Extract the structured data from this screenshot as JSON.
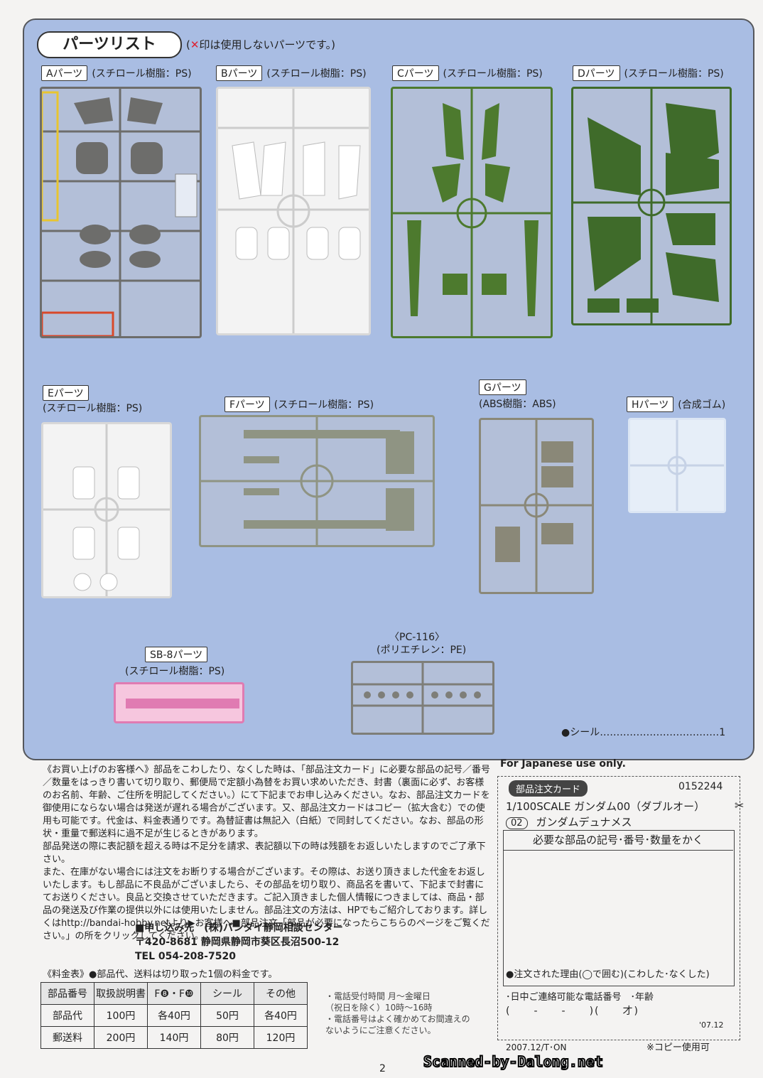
{
  "header": {
    "title": "パーツリスト",
    "note_mark": "✕",
    "note": "印は使用しないパーツです。)",
    "note_open": "("
  },
  "sprues": {
    "A": {
      "tag": "Aパーツ",
      "material": "(スチロール樹脂：PS)"
    },
    "B": {
      "tag": "Bパーツ",
      "material": "(スチロール樹脂：PS)"
    },
    "C": {
      "tag": "Cパーツ",
      "material": "(スチロール樹脂：PS)"
    },
    "D": {
      "tag": "Dパーツ",
      "material": "(スチロール樹脂：PS)"
    },
    "E": {
      "tag": "Eパーツ",
      "material": "(スチロール樹脂：PS)"
    },
    "F": {
      "tag": "Fパーツ",
      "material": "(スチロール樹脂：PS)"
    },
    "G": {
      "tag": "Gパーツ",
      "material": "(ABS樹脂：ABS)"
    },
    "H": {
      "tag": "Hパーツ",
      "material": "(合成ゴム)"
    },
    "SB8": {
      "tag": "SB-8パーツ",
      "material": "(スチロール樹脂：PS)"
    },
    "PC": {
      "tag": "〈PC-116〉",
      "material": "(ポリエチレン：PE)"
    }
  },
  "seal": "●シール………………………………1",
  "order_text": {
    "p1": "《お買い上げのお客様へ》部品をこわしたり、なくした時は、「部品注文カード」に必要な部品の記号／番号／数量をはっきり書いて切り取り、郵便局で定額小為替をお買い求めいただき、封書（裏面に必ず、お客様のお名前、年齢、ご住所を明記してください。）にて下記までお申し込みください。なお、部品注文カードを御使用にならない場合は発送が遅れる場合がございます。又、部品注文カードはコピー（拡大含む）での使用も可能です。代金は、料金表通りです。為替証書は無記入（白紙）で同封してください。なお、部品の形状・重量で郵送料に過不足が生じるときがあります。",
    "p2": "部品発送の際に表記額を超える時は不足分を請求、表記額以下の時は残額をお返しいたしますのでご了承下さい。",
    "p3": "また、在庫がない場合には注文をお断りする場合がございます。その際は、お送り頂きました代金をお返しいたします。もし部品に不良品がございましたら、その部品を切り取り、商品名を書いて、下記まで封書にてお送りください。良品と交換させていただきます。ご記入頂きました個人情報につきましては、商品・部品の発送及び作業の提供以外には使用いたしません。部品注文の方法は、HPでもご紹介しております。詳しくはhttp://bandai-hobby.netより▶お客様へ■部品注文「部品が必要になったらこちらのページをご覧ください。」の所をクリックしてください。"
  },
  "contact": {
    "line1": "■申し込み先　(株)バンダイ静岡相談センター",
    "line2": "〒420-8681 静岡県静岡市葵区長沼500-12",
    "line3": "TEL 054-208-7520"
  },
  "fee": {
    "caption": "《料金表》●部品代、送料は切り取った1個の料金です。",
    "header": [
      "部品番号",
      "取扱説明書",
      "F❽・F❿",
      "シール",
      "その他"
    ],
    "rows": [
      [
        "部品代",
        "100円",
        "各40円",
        "50円",
        "各40円"
      ],
      [
        "郵送料",
        "200円",
        "140円",
        "80円",
        "120円"
      ]
    ]
  },
  "phone_note": {
    "l1": "・電話受付時間 月〜金曜日",
    "l2": "（祝日を除く）10時〜16時",
    "l3": "・電話番号はよく確かめてお間違えの",
    "l4": "ないようにご注意ください。"
  },
  "card": {
    "jp_only": "For Japanese use only.",
    "tag": "部品注文カード",
    "code": "0152244",
    "scale": "1/100SCALE ガンダム00（ダブルオー）",
    "num": "02",
    "model": "ガンダムデュナメス",
    "head": "必要な部品の記号･番号･数量をかく",
    "reason": "●注文された理由(◯で囲む)(こわした･なくした)",
    "phone": "･日中ご連絡可能な電話番号　･年齢",
    "fill": "(　　-　　-　　)(　　才)",
    "date": "'07.12",
    "foot": "2007.12/T･ON",
    "copy": "※コピー使用可"
  },
  "page_number": "2",
  "watermark": "Scanned-by-Dalong.net",
  "colors": {
    "panel": "#a9bde3",
    "A": "#7c7c7a",
    "B": "#f4f4f4",
    "C": "#4d7a2e",
    "D": "#3f6b2a",
    "E": "#f4f4f4",
    "F": "#8f9483",
    "G": "#8a8878",
    "H": "#e6eef8",
    "SB8": "#e07bb2",
    "PC": "#7e7e78"
  }
}
